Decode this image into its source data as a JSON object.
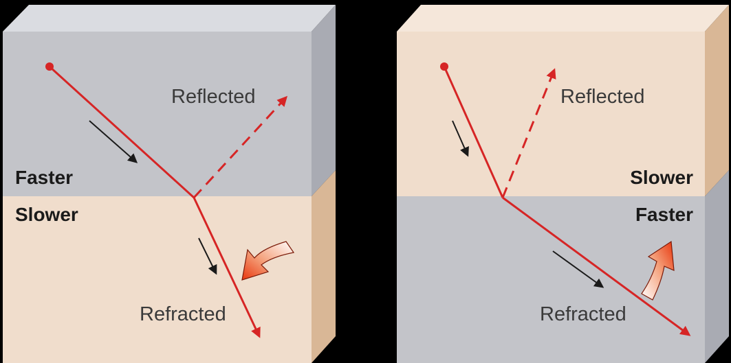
{
  "colors": {
    "background": "#000000",
    "gray_front": "#c3c4c9",
    "gray_top": "#dadce1",
    "gray_side": "#a9abb3",
    "tan_front": "#f0ddcc",
    "tan_top": "#f5e7da",
    "tan_side": "#d9b796",
    "ray": "#d62525",
    "small_arrow": "#1a1a1a",
    "bend_arrow_start": "#e8350c",
    "bend_arrow_end": "#ffffff"
  },
  "panels": [
    {
      "id": "left",
      "reflected_label": "Reflected",
      "refracted_label": "Refracted",
      "top_medium": "Faster",
      "bottom_medium": "Slower",
      "bend_direction": "toward-normal",
      "bend_arrow_icon": "curved-arrow-icon"
    },
    {
      "id": "right",
      "reflected_label": "Reflected",
      "refracted_label": "Refracted",
      "top_medium": "Slower",
      "bottom_medium": "Faster",
      "bend_direction": "away-from-normal",
      "bend_arrow_icon": "curved-arrow-icon"
    }
  ]
}
